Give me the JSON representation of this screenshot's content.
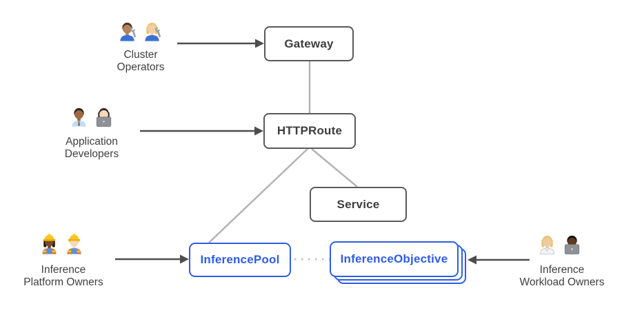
{
  "title": "Gateway API Inference Extension resource model diagram",
  "colors": {
    "blue": "#2e5ce6",
    "border_dark": "#595959",
    "text_dark": "#3d3d3d",
    "connector": "#b3b3b3",
    "arrow": "#4d4d4d",
    "label": "#3f3f3f"
  },
  "nodes": {
    "gateway": {
      "label": "Gateway",
      "style": "dark"
    },
    "httproute": {
      "label": "HTTPRoute",
      "style": "dark"
    },
    "service": {
      "label": "Service",
      "style": "dark"
    },
    "inference_pool": {
      "label": "InferencePool",
      "style": "blue"
    },
    "inference_objective": {
      "label": "InferenceObjective",
      "style": "blue-stacked"
    }
  },
  "actors": {
    "cluster_operators": {
      "line1": "Cluster",
      "line2": "Operators",
      "emoji": "👨🏽‍🔧 👩🏼‍🔧",
      "points_to": "Gateway",
      "people": [
        {
          "skin": "#b5825a",
          "hair": "#4a3322",
          "hair_long": false,
          "shirt": "#3a72d4",
          "accessory": "wrench"
        },
        {
          "skin": "#f3cfa6",
          "hair": "#e8c76f",
          "hair_long": true,
          "shirt": "#3a72d4",
          "accessory": "wrench"
        }
      ]
    },
    "application_developers": {
      "line1": "Application",
      "line2": "Developers",
      "emoji": "👨🏾‍💼 👩🏻‍💻",
      "points_to": "HTTPRoute",
      "people": [
        {
          "skin": "#9c6b43",
          "hair": "#2a211c",
          "hair_long": false,
          "shirt": "#c3dcf2",
          "tie": "#8a6a45"
        },
        {
          "skin": "#f6d8ba",
          "hair": "#2e2b31",
          "hair_long": true,
          "shirt": "#4150c8",
          "accessory": "laptop"
        }
      ]
    },
    "inference_platform_owners": {
      "line1": "Inference",
      "line2": "Platform Owners",
      "emoji": "👷🏿‍♀️ 👷🏻",
      "points_to": "InferencePool",
      "people": [
        {
          "skin": "#7a4a28",
          "hair": "#241a12",
          "hair_long": true,
          "shirt": "#5b8fd9",
          "vest": "#e87a26",
          "hat": true
        },
        {
          "skin": "#f6d8ba",
          "hair": "#caa24a",
          "hair_long": false,
          "shirt": "#5b8fd9",
          "vest": "#e87a26",
          "hat": true
        }
      ]
    },
    "inference_workload_owners": {
      "line1": "Inference",
      "line2": "Workload Owners",
      "emoji": "🧑🏼‍🔬 🧑🏿‍💻",
      "points_to": "InferenceObjective",
      "people": [
        {
          "skin": "#f0c9a2",
          "hair": "#e8c76f",
          "hair_long": true,
          "shirt": "#ffffff",
          "coat": true
        },
        {
          "skin": "#5c3a21",
          "hair": "#17110c",
          "hair_long": false,
          "shirt": "#3b4bd8",
          "accessory": "laptop"
        }
      ]
    }
  },
  "edges": [
    {
      "from": "Gateway",
      "to": "HTTPRoute",
      "style": "line"
    },
    {
      "from": "HTTPRoute",
      "to": "Service",
      "style": "line"
    },
    {
      "from": "HTTPRoute",
      "to": "InferencePool",
      "style": "line"
    },
    {
      "from": "InferencePool",
      "to": "InferenceObjective",
      "style": "dotted"
    },
    {
      "from": "Cluster Operators",
      "to": "Gateway",
      "style": "arrow"
    },
    {
      "from": "Application Developers",
      "to": "HTTPRoute",
      "style": "arrow"
    },
    {
      "from": "Inference Platform Owners",
      "to": "InferencePool",
      "style": "arrow"
    },
    {
      "from": "Inference Workload Owners",
      "to": "InferenceObjective",
      "style": "arrow"
    }
  ]
}
